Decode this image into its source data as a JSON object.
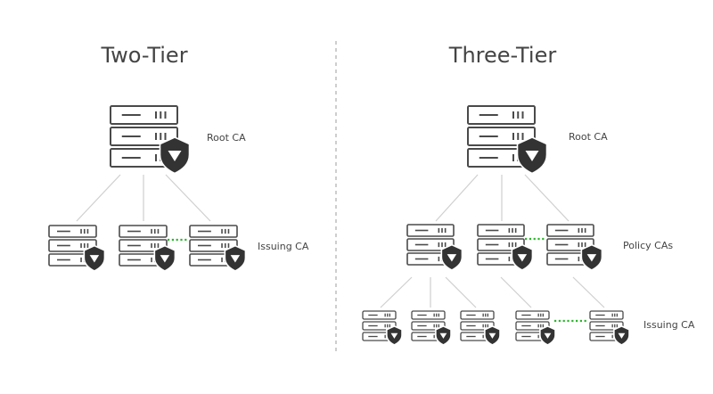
{
  "panels": {
    "two_tier": {
      "title": "Two-Tier",
      "labels": {
        "root": "Root CA",
        "issuing": "Issuing CA"
      }
    },
    "three_tier": {
      "title": "Three-Tier",
      "labels": {
        "root": "Root CA",
        "policy": "Policy CAs",
        "issuing": "Issuing CA"
      }
    }
  },
  "colors": {
    "server_stroke": "#4a4a4a",
    "shield_fill": "#333333",
    "connector": "#cfcfcf",
    "link_dotted": "#2db52d",
    "divider": "#bdbdbd",
    "text": "#444444"
  },
  "icons": {
    "server": "server-stack-icon",
    "shield": "shield-icon"
  }
}
